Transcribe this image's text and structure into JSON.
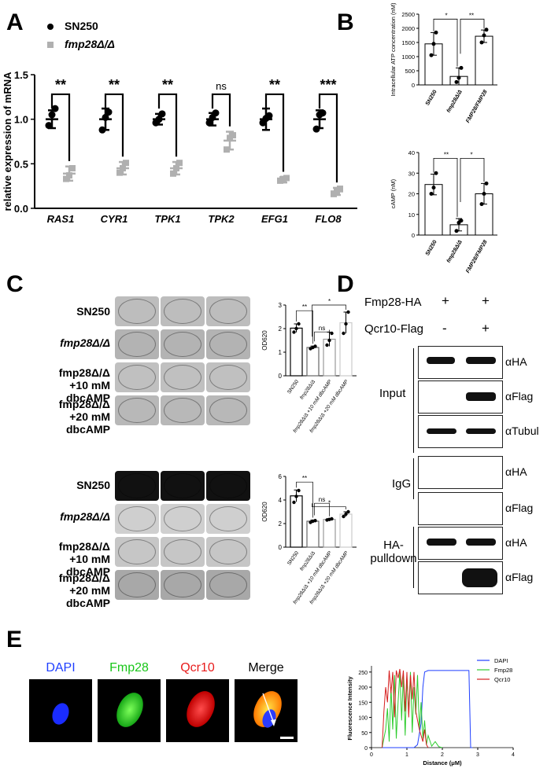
{
  "panelA": {
    "letter": "A",
    "legend": [
      "SN250",
      "fmp28Δ/Δ"
    ],
    "ylabel": "relative expression of mRNA",
    "sig": [
      "**",
      "**",
      "**",
      "ns",
      "**",
      "***"
    ]
  },
  "panelB": {
    "letter": "B",
    "ylabel_top": "Intracellular ATP concentration (nM)",
    "ylabel_bottom": "cAMP (nM)",
    "sig_top": [
      "*",
      "**"
    ],
    "sig_bottom": [
      "**",
      "*"
    ]
  },
  "panelC": {
    "letter": "C",
    "rows_top": [
      "SN250",
      "fmp28Δ/Δ",
      "fmp28Δ/Δ\n+10 mM dbcAMP",
      "fmp28Δ/Δ\n+20 mM dbcAMP"
    ],
    "ylabel": "OD620",
    "sig_top": [
      "**",
      "ns",
      "*"
    ],
    "sig_bottom": [
      "**",
      "ns",
      "*"
    ]
  },
  "panelD": {
    "letter": "D",
    "fmp28_label": "Fmp28-HA",
    "qcr10_label": "Qcr10-Flag",
    "fmp28_signs": [
      "+",
      "+"
    ],
    "qcr10_signs": [
      "-",
      "+"
    ],
    "group_input": "Input",
    "group_igg": "IgG",
    "group_pulldown": "HA-\npulldown",
    "antibodies": [
      "αHA",
      "αFlag",
      "αTubul",
      "αHA",
      "αFlag",
      "αHA",
      "αFlag"
    ]
  },
  "panelE": {
    "letter": "E",
    "channels": [
      "DAPI",
      "Fmp28",
      "Qcr10",
      "Merge"
    ],
    "channel_colors": [
      "#1f3fff",
      "#19c619",
      "#e81c1c",
      "#000000"
    ],
    "xlabel": "Distance (μM)",
    "ylabel": "Fluorescence Intensity",
    "legend": [
      "DAPI",
      "Fmp28",
      "Qcr10"
    ]
  },
  "chart_data": [
    {
      "type": "bar",
      "id": "A",
      "categories": [
        "RAS1",
        "CYR1",
        "TPK1",
        "TPK2",
        "EFG1",
        "FLO8"
      ],
      "series": [
        {
          "name": "SN250",
          "values": [
            1.0,
            1.0,
            1.0,
            1.0,
            1.0,
            1.0
          ],
          "points": [
            [
              0.93,
              1.05,
              1.12
            ],
            [
              0.88,
              1.02,
              1.08
            ],
            [
              0.96,
              1.0,
              1.06
            ],
            [
              0.96,
              1.02,
              1.07
            ],
            [
              0.96,
              1.01,
              1.04
            ],
            [
              0.89,
              1.05,
              1.07
            ]
          ],
          "error": [
            0.1,
            0.12,
            0.06,
            0.07,
            0.12,
            0.1
          ]
        },
        {
          "name": "fmp28Δ/Δ",
          "values": [
            0.39,
            0.45,
            0.45,
            0.76,
            0.32,
            0.19
          ],
          "points": [
            [
              0.33,
              0.37,
              0.45
            ],
            [
              0.4,
              0.45,
              0.51
            ],
            [
              0.39,
              0.45,
              0.51
            ],
            [
              0.66,
              0.79,
              0.82
            ],
            [
              0.31,
              0.33,
              0.34
            ],
            [
              0.16,
              0.19,
              0.22
            ]
          ],
          "error": [
            0.08,
            0.07,
            0.07,
            0.1,
            0.03,
            0.04
          ]
        }
      ],
      "ylim": [
        0,
        1.5
      ],
      "yticks": [
        0.0,
        0.5,
        1.0,
        1.5
      ],
      "ylabel": "relative expression of mRNA",
      "colors": [
        "#000000",
        "#b0b0b0"
      ]
    },
    {
      "type": "bar",
      "id": "B-top",
      "categories": [
        "SN250",
        "fmp28Δ/Δ",
        "FMP28/FMP28"
      ],
      "values": [
        1450,
        300,
        1720
      ],
      "points": [
        [
          1050,
          1450,
          1850
        ],
        [
          100,
          250,
          600
        ],
        [
          1500,
          1750,
          1950
        ]
      ],
      "error": [
        400,
        300,
        220
      ],
      "ylim": [
        0,
        2500
      ],
      "yticks": [
        0,
        500,
        1000,
        1500,
        2000,
        2500
      ],
      "ylabel": "Intracellular ATP concentration (nM)"
    },
    {
      "type": "bar",
      "id": "B-bottom",
      "categories": [
        "SN250",
        "fmp28Δ/Δ",
        "FMP28/FMP28"
      ],
      "values": [
        24.5,
        5,
        20
      ],
      "points": [
        [
          20,
          23,
          30
        ],
        [
          2,
          6,
          7
        ],
        [
          15,
          20,
          25
        ]
      ],
      "error": [
        5,
        3,
        5
      ],
      "ylim": [
        0,
        40
      ],
      "yticks": [
        0,
        10,
        20,
        30,
        40
      ],
      "ylabel": "cAMP (nM)"
    },
    {
      "type": "bar",
      "id": "C-top",
      "categories": [
        "SN250",
        "fmp28Δ/Δ",
        "fmp28Δ/Δ +10 mM dbcAMP",
        "fmp28Δ/Δ +20 mM dbcAMP"
      ],
      "values": [
        2.02,
        1.2,
        1.55,
        2.25
      ],
      "points": [
        [
          1.85,
          2.0,
          2.2
        ],
        [
          1.15,
          1.2,
          1.25
        ],
        [
          1.3,
          1.5,
          1.8
        ],
        [
          1.8,
          2.2,
          2.7
        ]
      ],
      "error": [
        0.18,
        0.06,
        0.3,
        0.45
      ],
      "ylim": [
        0,
        3
      ],
      "yticks": [
        0,
        1,
        2,
        3
      ],
      "ylabel": "OD620"
    },
    {
      "type": "bar",
      "id": "C-bottom",
      "categories": [
        "SN250",
        "fmp28Δ/Δ",
        "fmp28Δ/Δ +10 mM dbcAMP",
        "fmp28Δ/Δ +20 mM dbcAMP"
      ],
      "values": [
        4.35,
        2.2,
        2.35,
        2.8
      ],
      "points": [
        [
          3.8,
          4.3,
          4.8
        ],
        [
          2.1,
          2.2,
          2.25
        ],
        [
          2.3,
          2.35,
          2.4
        ],
        [
          2.6,
          2.8,
          3.0
        ]
      ],
      "error": [
        0.5,
        0.1,
        0.07,
        0.2
      ],
      "ylim": [
        0,
        6
      ],
      "yticks": [
        0,
        2,
        4,
        6
      ],
      "ylabel": "OD620"
    },
    {
      "type": "line",
      "id": "E-profile",
      "xlabel": "Distance (μM)",
      "ylabel": "Fluorescence Intensity",
      "xlim": [
        0,
        4
      ],
      "ylim": [
        0,
        260
      ],
      "xticks": [
        0,
        1,
        2,
        3,
        4
      ],
      "yticks": [
        0,
        50,
        100,
        150,
        200,
        250
      ],
      "series": [
        {
          "name": "DAPI",
          "color": "#1f3fff",
          "x": [
            0.3,
            1.2,
            1.3,
            1.4,
            1.45,
            1.5,
            1.6,
            2.7,
            2.75,
            2.8,
            2.85
          ],
          "y": [
            0,
            0,
            10,
            80,
            200,
            250,
            255,
            255,
            255,
            0,
            0
          ]
        },
        {
          "name": "Fmp28",
          "color": "#2ecc2e",
          "x": [
            0.3,
            0.4,
            0.45,
            0.5,
            0.55,
            0.6,
            0.65,
            0.7,
            0.75,
            0.8,
            0.85,
            0.9,
            0.95,
            1.0,
            1.05,
            1.1,
            1.15,
            1.2,
            1.25,
            1.3,
            1.35,
            1.4,
            1.45,
            1.5,
            1.55,
            1.6,
            1.7,
            1.8,
            1.9,
            2.0
          ],
          "y": [
            0,
            60,
            130,
            20,
            200,
            60,
            240,
            30,
            150,
            250,
            90,
            240,
            40,
            230,
            120,
            250,
            50,
            200,
            110,
            240,
            60,
            150,
            30,
            90,
            10,
            40,
            5,
            20,
            3,
            0
          ]
        },
        {
          "name": "Qcr10",
          "color": "#d62020",
          "x": [
            0.3,
            0.35,
            0.4,
            0.45,
            0.5,
            0.55,
            0.6,
            0.65,
            0.7,
            0.75,
            0.8,
            0.85,
            0.9,
            0.95,
            1.0,
            1.05,
            1.1,
            1.15,
            1.2,
            1.25,
            1.3,
            1.35,
            1.4,
            1.45,
            1.5,
            1.55,
            1.6
          ],
          "y": [
            0,
            120,
            200,
            150,
            255,
            180,
            250,
            100,
            255,
            230,
            260,
            200,
            255,
            120,
            250,
            100,
            240,
            160,
            250,
            120,
            90,
            60,
            40,
            20,
            60,
            10,
            0
          ]
        }
      ]
    }
  ]
}
